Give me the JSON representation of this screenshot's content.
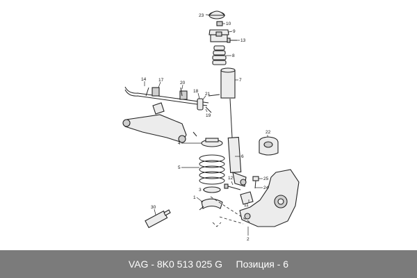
{
  "diagram": {
    "callouts": {
      "c1": "1",
      "c2": "2",
      "c3": "3",
      "c4": "4",
      "c5": "5",
      "c6": "6",
      "c7": "7",
      "c8": "8",
      "c9": "9",
      "c10": "10",
      "c11": "11",
      "c12": "12",
      "c13": "13",
      "c14": "14",
      "c17": "17",
      "c18": "18",
      "c19": "19",
      "c20": "20",
      "c21": "21",
      "c22": "22",
      "c23": "23",
      "c24": "24",
      "c25": "25",
      "c30": "30"
    }
  },
  "footer": {
    "text": "VAG - 8K0 513 025 G     Позиция - 6",
    "background": "#7b7b7b",
    "color": "#ffffff"
  }
}
